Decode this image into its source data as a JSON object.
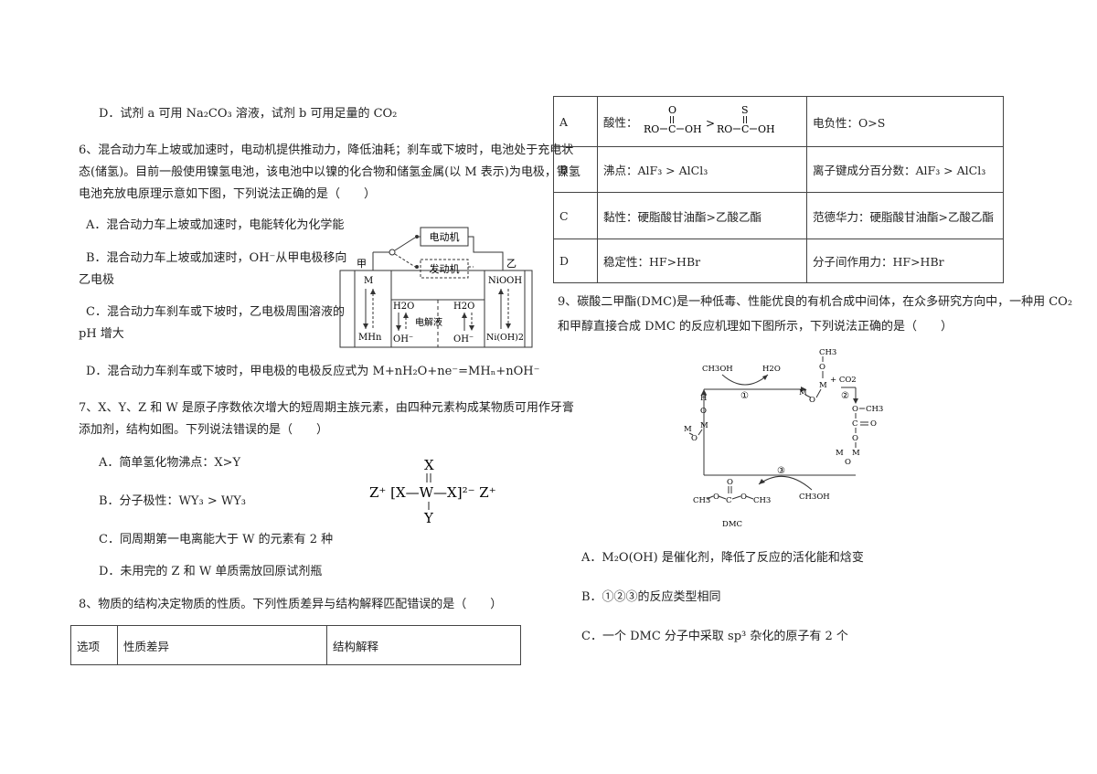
{
  "q5": {
    "optD": "D．试剂 a 可用 Na₂CO₃ 溶液，试剂 b 可用足量的 CO₂"
  },
  "q6": {
    "stem1": "6、混合动力车上坡或加速时，电动机提供推动力，降低油耗；刹车或下坡时，电池处于充电状",
    "stem2": "态(储氢)。目前一般使用镍氢电池，该电池中以镍的化合物和储氢金属(以 M 表示)为电极，镍氢",
    "stem3": "电池充放电原理示意如下图，下列说法正确的是（　　）",
    "optA": "A．混合动力车上坡或加速时，电能转化为化学能",
    "optB1": "B．混合动力车上坡或加速时，OH⁻从甲电极移向",
    "optB2": "乙电极",
    "optC1": "C．混合动力车刹车或下坡时，乙电极周围溶液的",
    "optC2": "pH 增大",
    "optD": "D．混合动力车刹车或下坡时，甲电极的电极反应式为 M+nH₂O+ne⁻=MHₙ+nOH⁻",
    "diagram": {
      "motor": "电动机",
      "engine": "发动机",
      "left": "甲",
      "right": "乙",
      "m": "M",
      "mhn": "MHn",
      "niooh": "NiOOH",
      "nioh2": "Ni(OH)2",
      "h2o": "H2O",
      "oh": "OH⁻",
      "electrolyte": "电解液"
    }
  },
  "q7": {
    "stem1": "7、X、Y、Z 和 W 是原子序数依次增大的短周期主族元素，由四种元素构成某物质可用作牙膏",
    "stem2": "添加剂，结构如图。下列说法错误的是（　　）",
    "optA": "A．简单氢化物沸点：X>Y",
    "optB": "B．分子极性：WY₃ > WY₃",
    "optC": "C．同周期第一电离能大于 W 的元素有 2 种",
    "optD": "D．未用完的 Z 和 W 单质需放回原试剂瓶",
    "structure": {
      "top": "X",
      "bottom": "Y",
      "formula": "Z⁺ [X—W—X]²⁻ Z⁺"
    }
  },
  "q8": {
    "stem": "8、物质的结构决定物质的性质。下列性质差异与结构解释匹配错误的是（　　）",
    "header": [
      "选项",
      "性质差异",
      "结构解释"
    ],
    "rows": [
      {
        "opt": "A",
        "diff": "酸性：",
        "expl": "电负性：O>S"
      },
      {
        "opt": "B",
        "diff": "沸点：AlF₃ > AlCl₃",
        "expl": "离子键成分百分数：AlF₃ > AlCl₃"
      },
      {
        "opt": "C",
        "diff": "黏性：硬脂酸甘油酯>乙酸乙酯",
        "expl": "范德华力：硬脂酸甘油酯>乙酸乙酯"
      },
      {
        "opt": "D",
        "diff": "稳定性：HF>HBr",
        "expl": "分子间作用力：HF>HBr"
      }
    ],
    "acid": {
      "ro": "RO",
      "c": "C",
      "oh": "OH",
      "o": "O",
      "s": "S",
      "gt": ">"
    }
  },
  "q9": {
    "stem1": "9、碳酸二甲酯(DMC)是一种低毒、性能优良的有机合成中间体，在众多研究方向中，一种用 CO₂",
    "stem2": "和甲醇直接合成 DMC 的反应机理如下图所示，下列说法正确的是（　　）",
    "optA": "A．M₂O(OH) 是催化剂，降低了反应的活化能和焓变",
    "optB": "B．①②③的反应类型相同",
    "optC": "C．一个 DMC 分子中采取 sp³ 杂化的原子有 2 个",
    "cycle": {
      "ch3oh": "CH3OH",
      "h2o": "H2O",
      "co2": "+ CO2",
      "dmc": "DMC",
      "s1": "①",
      "s2": "②",
      "s3": "③",
      "ch3": "CH3",
      "o": "O",
      "m": "M",
      "h": "H",
      "c": "C"
    }
  }
}
